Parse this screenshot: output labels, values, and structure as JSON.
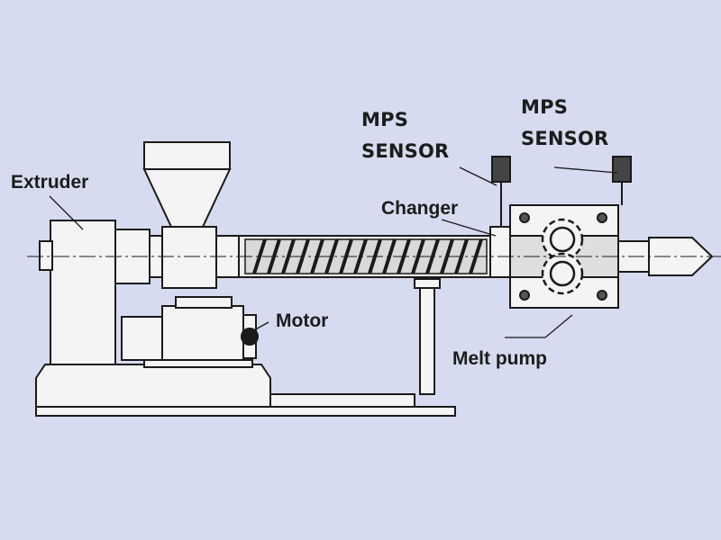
{
  "labels": {
    "extruder": "Extruder",
    "changer": "Changer",
    "motor": "Motor",
    "melt_pump": "Melt pump",
    "sensor_left": {
      "line1": "MPS",
      "line2": "SENSOR"
    },
    "sensor_right": {
      "line1": "MPS",
      "line2": "SENSOR"
    }
  },
  "colors": {
    "background": "#d6dbef",
    "machine_fill": "#f4f4f4",
    "outline": "#1a1a1a",
    "screw_hatch": "#d9d9d9"
  }
}
